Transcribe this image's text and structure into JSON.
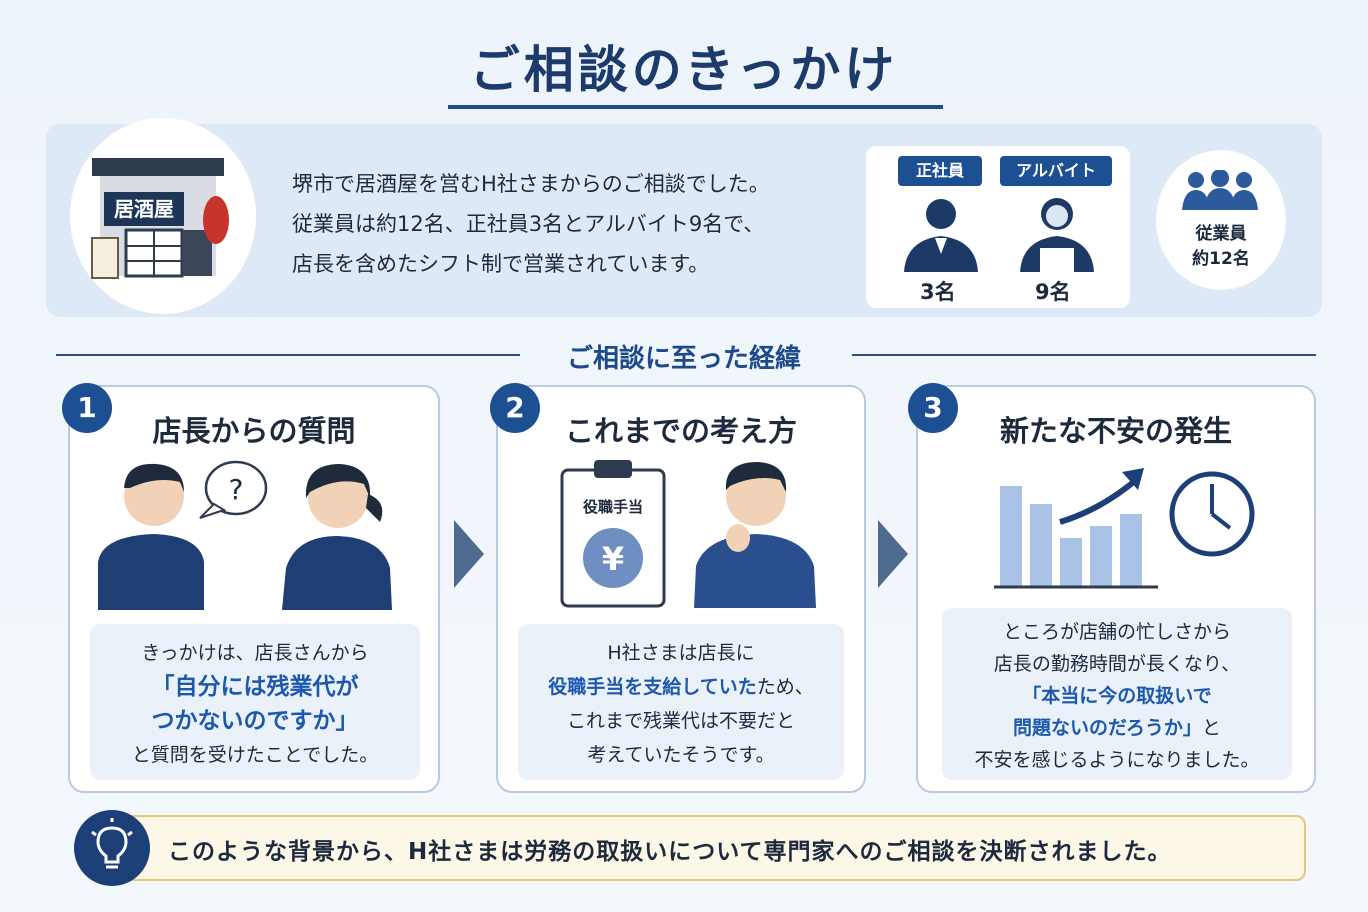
{
  "title": "ご相談のきっかけ",
  "intro": {
    "shop_sign": "居酒屋",
    "lines": [
      "堺市で居酒屋を営むH社さまからのご相談でした。",
      "従業員は約12名、正社員3名とアルバイト9名で、",
      "店長を含めたシフト制で営業されています。"
    ],
    "fulltime_label": "正社員",
    "fulltime_count": "3名",
    "parttime_label": "アルバイト",
    "parttime_count": "9名",
    "total_line1": "従業員",
    "total_line2": "約12名"
  },
  "section_title": "ご相談に至った経緯",
  "steps": [
    {
      "number": "1",
      "title": "店長からの質問",
      "bubble": "?",
      "text_before": "きっかけは、店長さんから",
      "highlight_line1": "「自分には残業代が",
      "highlight_line2": "つかないのですか」",
      "text_after": "と質問を受けたことでした。"
    },
    {
      "number": "2",
      "title": "これまでの考え方",
      "clipboard_label": "役職手当",
      "yen": "¥",
      "line1": "H社さまは店長に",
      "highlight": "役職手当を支給していた",
      "line2_tail": "ため、",
      "line3": "これまで残業代は不要だと",
      "line4": "考えていたそうです。"
    },
    {
      "number": "3",
      "title": "新たな不安の発生",
      "line1": "ところが店舗の忙しさから",
      "line2": "店長の勤務時間が長くなり、",
      "highlight_line1": "「本当に今の取扱いで",
      "highlight_line2": "問題ないのだろうか」",
      "highlight_tail": "と",
      "line3": "不安を感じるようになりました。"
    }
  ],
  "footer": "このような背景から、H社さまは労務の取扱いについて専門家へのご相談を決断されました。",
  "colors": {
    "navy": "#1d4f93",
    "accent": "#1c58ad",
    "bar": "#a9c3e6"
  }
}
